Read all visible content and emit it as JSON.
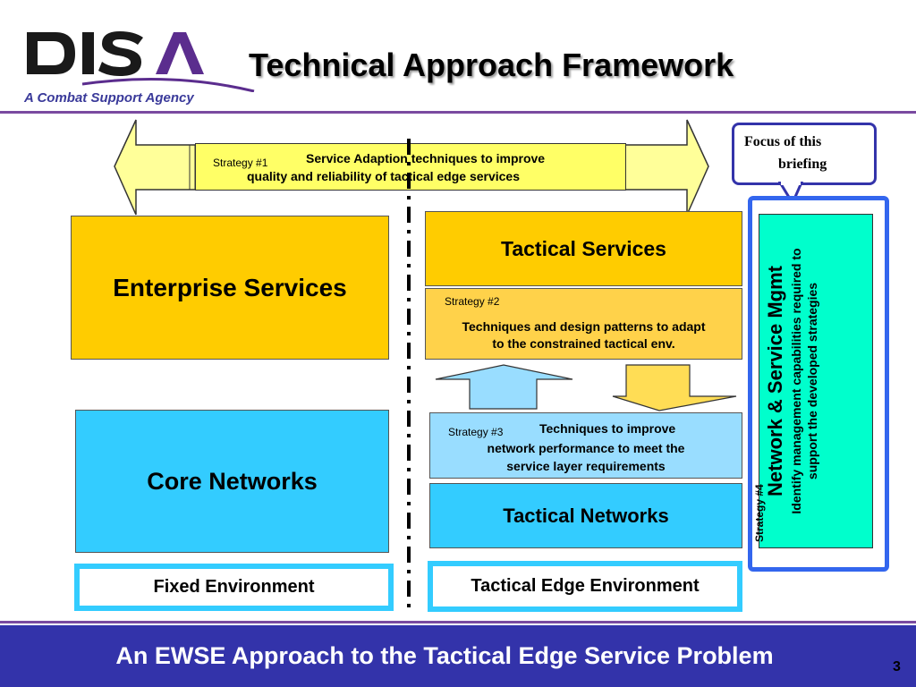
{
  "header": {
    "logo_text": "DISA",
    "logo_subtitle": "A Combat Support Agency",
    "title": "Technical Approach Framework"
  },
  "strategy1": {
    "label": "Strategy #1",
    "line1": "Service Adaption techniques to improve",
    "line2": "quality and reliability of tactical edge services"
  },
  "callout": {
    "line1": "Focus of this",
    "line2": "briefing"
  },
  "enterprise": {
    "label": "Enterprise Services"
  },
  "tactical_services": {
    "label": "Tactical Services"
  },
  "strategy2": {
    "label": "Strategy #2",
    "line1": "Techniques and design patterns to adapt",
    "line2": "to the constrained tactical env."
  },
  "strategy3": {
    "label": "Strategy #3",
    "line1": "Techniques to improve",
    "line2": "network performance to meet the",
    "line3": "service layer requirements"
  },
  "core_networks": {
    "label": "Core Networks"
  },
  "tactical_networks": {
    "label": "Tactical Networks"
  },
  "strategy4": {
    "label": "Strategy #4",
    "title": "Network & Service Mgmt",
    "line1": "Identify management capabilities required to",
    "line2": "support  the developed strategies"
  },
  "environments": {
    "fixed": "Fixed  Environment",
    "tactical_edge": "Tactical Edge Environment"
  },
  "footer": {
    "text": "An EWSE Approach to the Tactical Edge Service Problem",
    "page_number": "3"
  },
  "colors": {
    "gold": "#ffcc00",
    "cyan": "#33ccff",
    "teal": "#00ffcc",
    "footer_blue": "#3333aa",
    "frame_blue": "#3366ee",
    "callout_border": "#3333aa"
  }
}
